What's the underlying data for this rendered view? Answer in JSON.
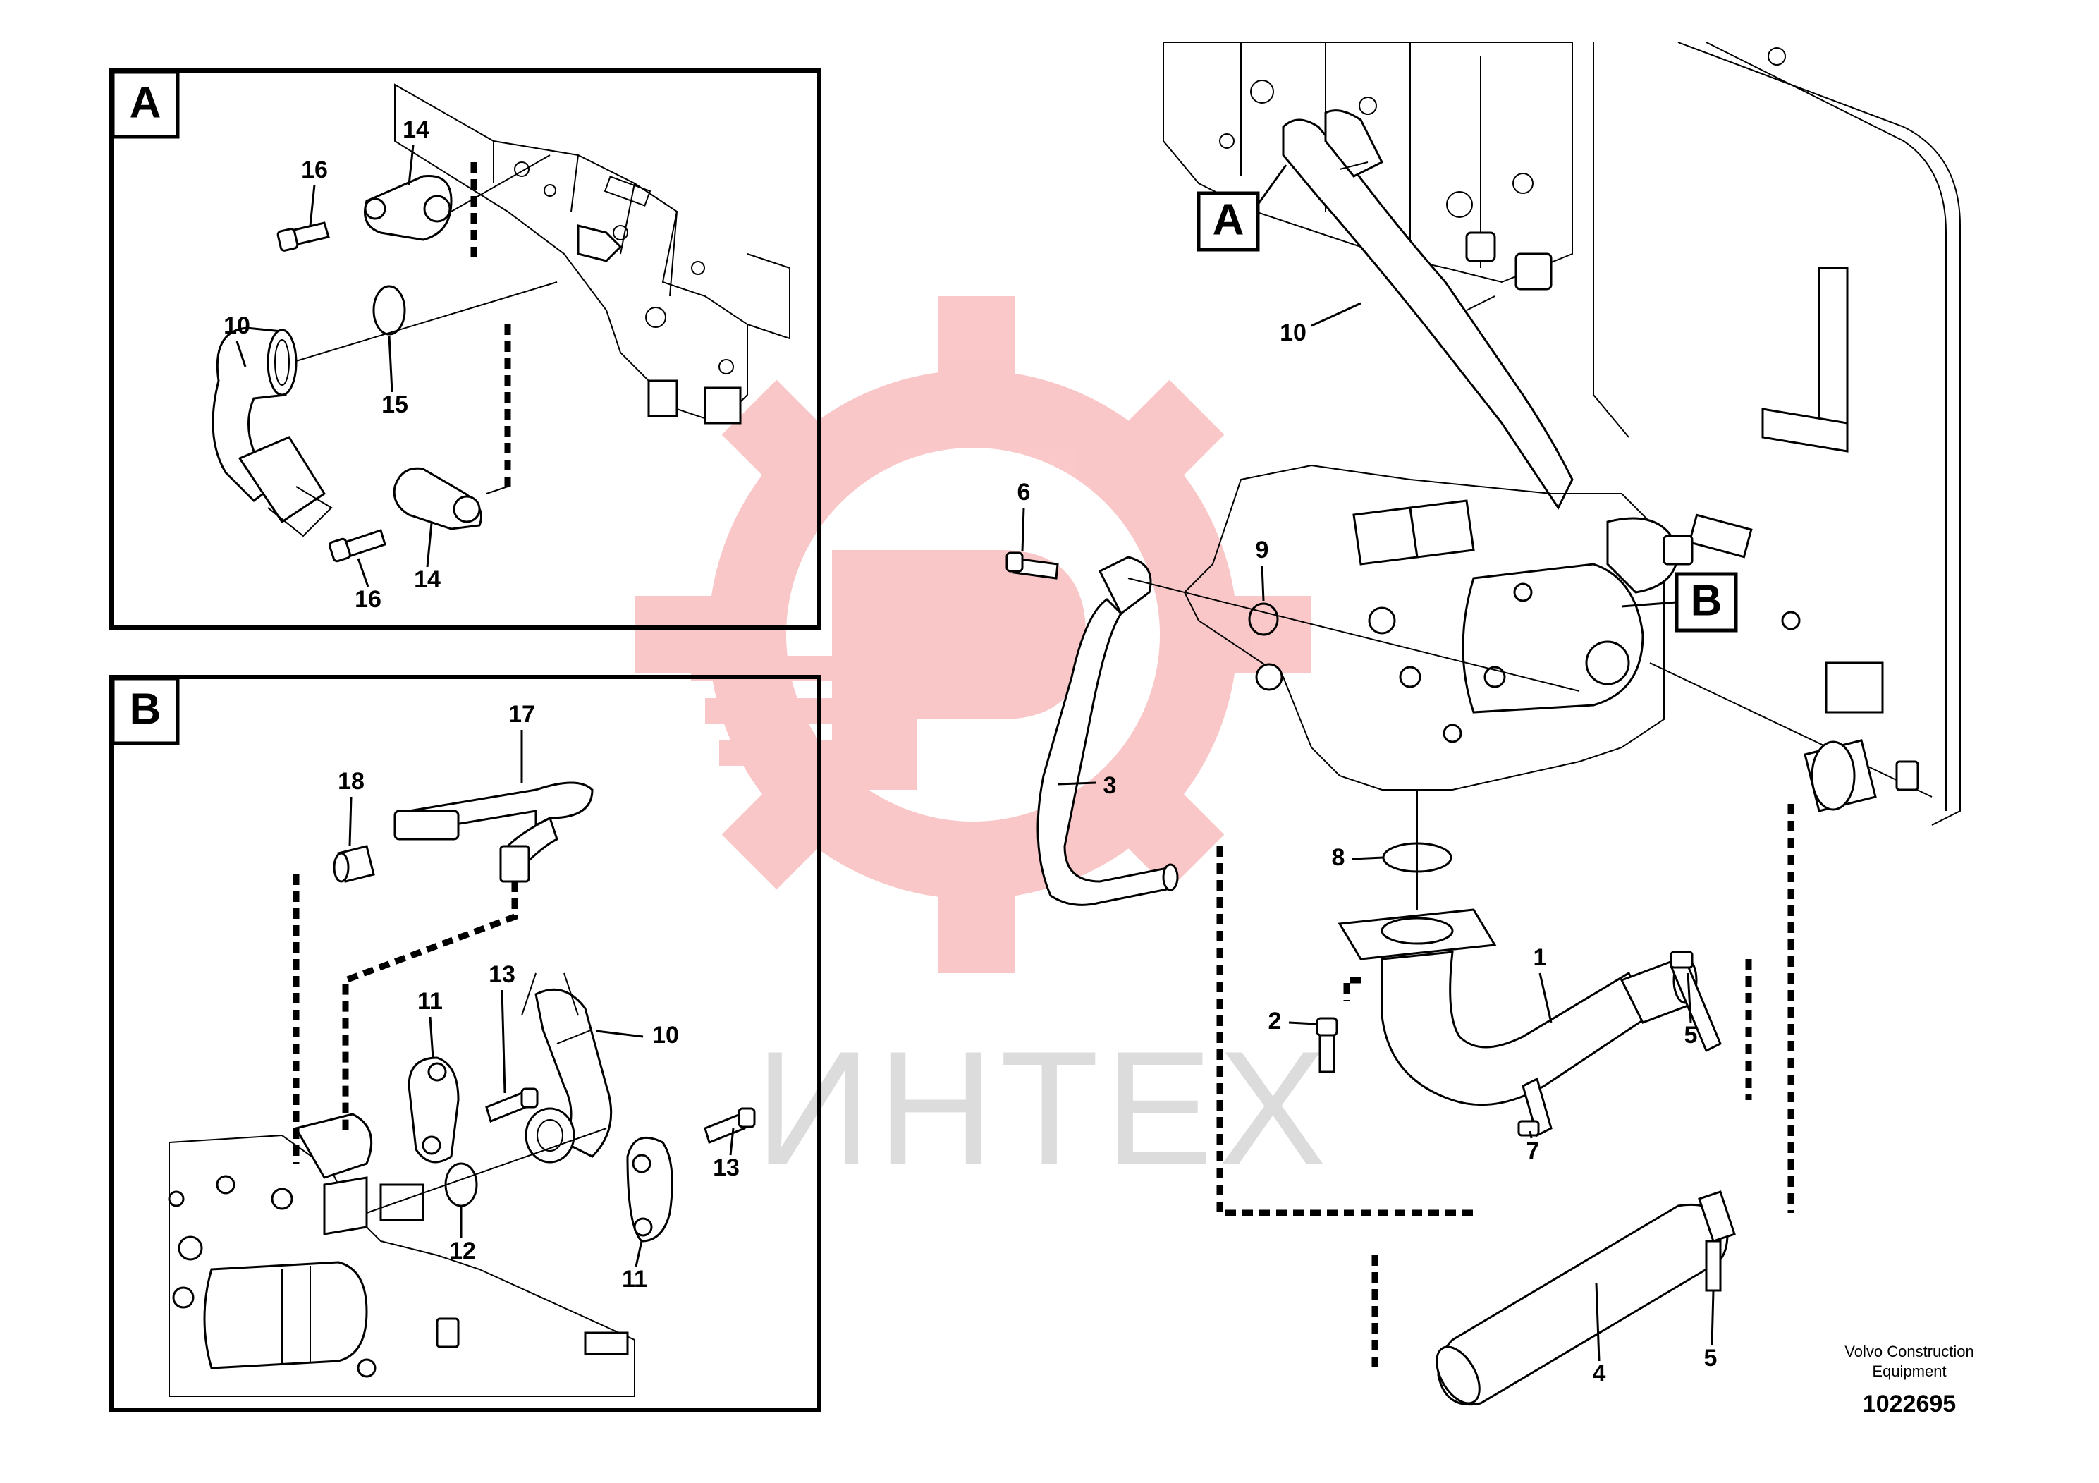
{
  "watermark": {
    "text": "ИНТЕХ",
    "logo_color": "#f07878"
  },
  "publisher": {
    "line1": "Volvo Construction",
    "line2": "Equipment",
    "number": "1022695"
  },
  "detail_a": {
    "label": "A",
    "callouts": {
      "c16_top": "16",
      "c14_top": "14",
      "c10": "10",
      "c15": "15",
      "c16_bottom": "16",
      "c14_bottom": "14"
    }
  },
  "detail_b": {
    "label": "B",
    "callouts": {
      "c17": "17",
      "c18": "18",
      "c11_top": "11",
      "c13_top": "13",
      "c10": "10",
      "c12": "12",
      "c13_bottom": "13",
      "c11_bottom": "11"
    }
  },
  "main": {
    "ref_a": "A",
    "ref_b": "B",
    "callouts": {
      "c10": "10",
      "c6": "6",
      "c9": "9",
      "c3": "3",
      "c8": "8",
      "c1": "1",
      "c2": "2",
      "c5_top": "5",
      "c7": "7",
      "c4": "4",
      "c5_bottom": "5"
    }
  }
}
